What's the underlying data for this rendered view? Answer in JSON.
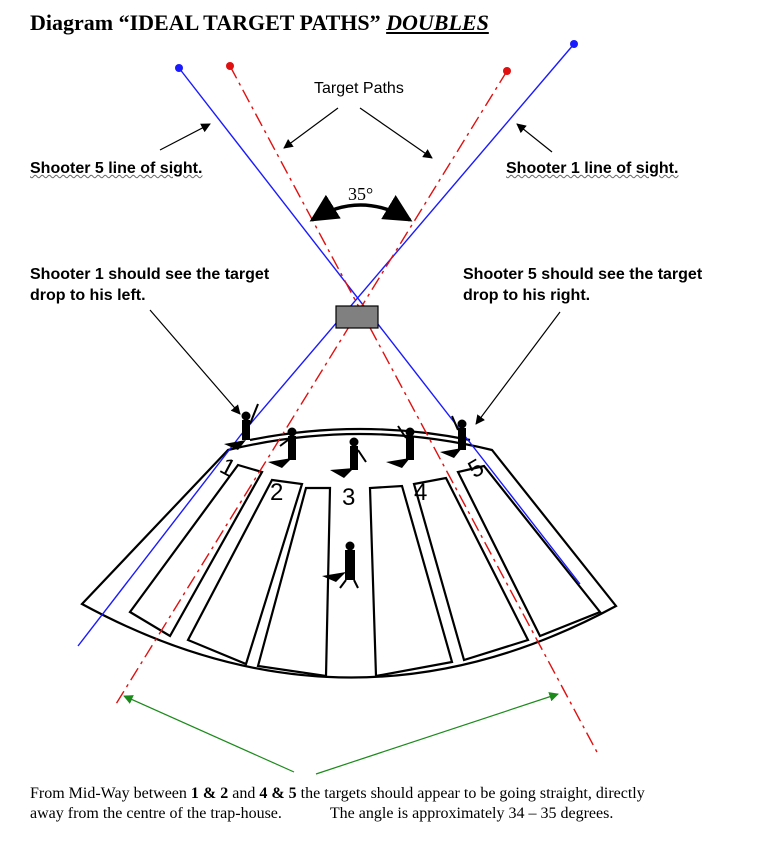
{
  "title": {
    "main": "Diagram “IDEAL TARGET PATHS”",
    "emphasis": "DOUBLES"
  },
  "labels": {
    "target_paths": "Target Paths",
    "shooter5_line": "Shooter 5 line of sight.",
    "shooter1_line": "Shooter 1 line of sight.",
    "angle": "35°",
    "shooter1_see_line1": "Shooter 1 should see the target",
    "shooter1_see_line2": "drop to his left.",
    "shooter5_see_line1": "Shooter 5 should see the target",
    "shooter5_see_line2": "drop to his right."
  },
  "stations": [
    "1",
    "2",
    "3",
    "4",
    "5"
  ],
  "note": {
    "part1": "From Mid-Way between ",
    "bold1": "1 & 2",
    "part2": " and ",
    "bold2": "4 & 5",
    "part3": " the targets should appear to be going straight, directly",
    "line2a": "away from the centre of the trap-house.",
    "line2b": "The angle is approximately 34 – 35 degrees."
  },
  "colors": {
    "line_of_sight": "#1a1aff",
    "target_path": "#e01010",
    "trap_house": "#808080",
    "annotation_arrow": "#1a8a1a",
    "ink": "#000000"
  }
}
